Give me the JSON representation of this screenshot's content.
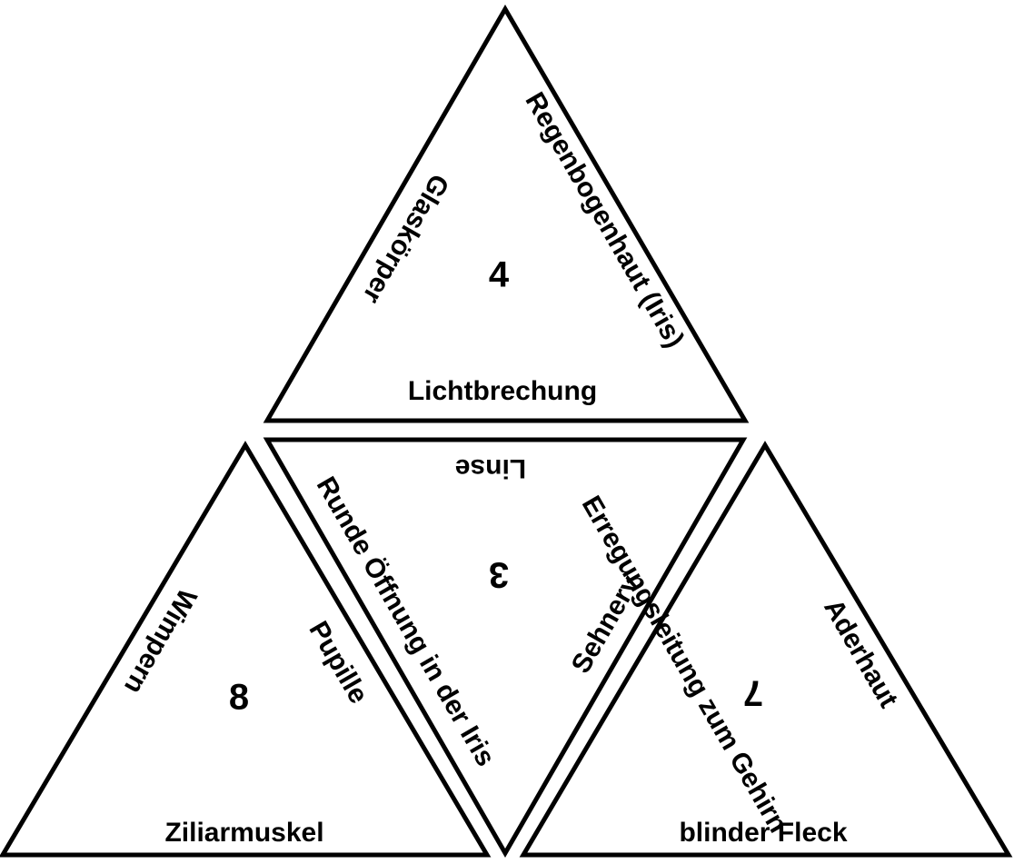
{
  "top": {
    "number": "4",
    "bottom_label": "Lichtbrechung",
    "left_label": "Glaskörper",
    "right_label": "Regenbogenhaut (Iris)"
  },
  "center": {
    "number": "3",
    "top_label": "Linse",
    "left_label": "Runde Öffnung in der Iris",
    "right_label": "Sehnerv"
  },
  "left": {
    "number": "8",
    "bottom_label": "Ziliarmuskel",
    "left_label": "Wimpern",
    "right_label": "Pupille"
  },
  "right": {
    "number": "7",
    "bottom_label": "blinder Fleck",
    "left_label": "Erregungsleitung zum Gehirn",
    "right_label": "Aderhaut"
  }
}
